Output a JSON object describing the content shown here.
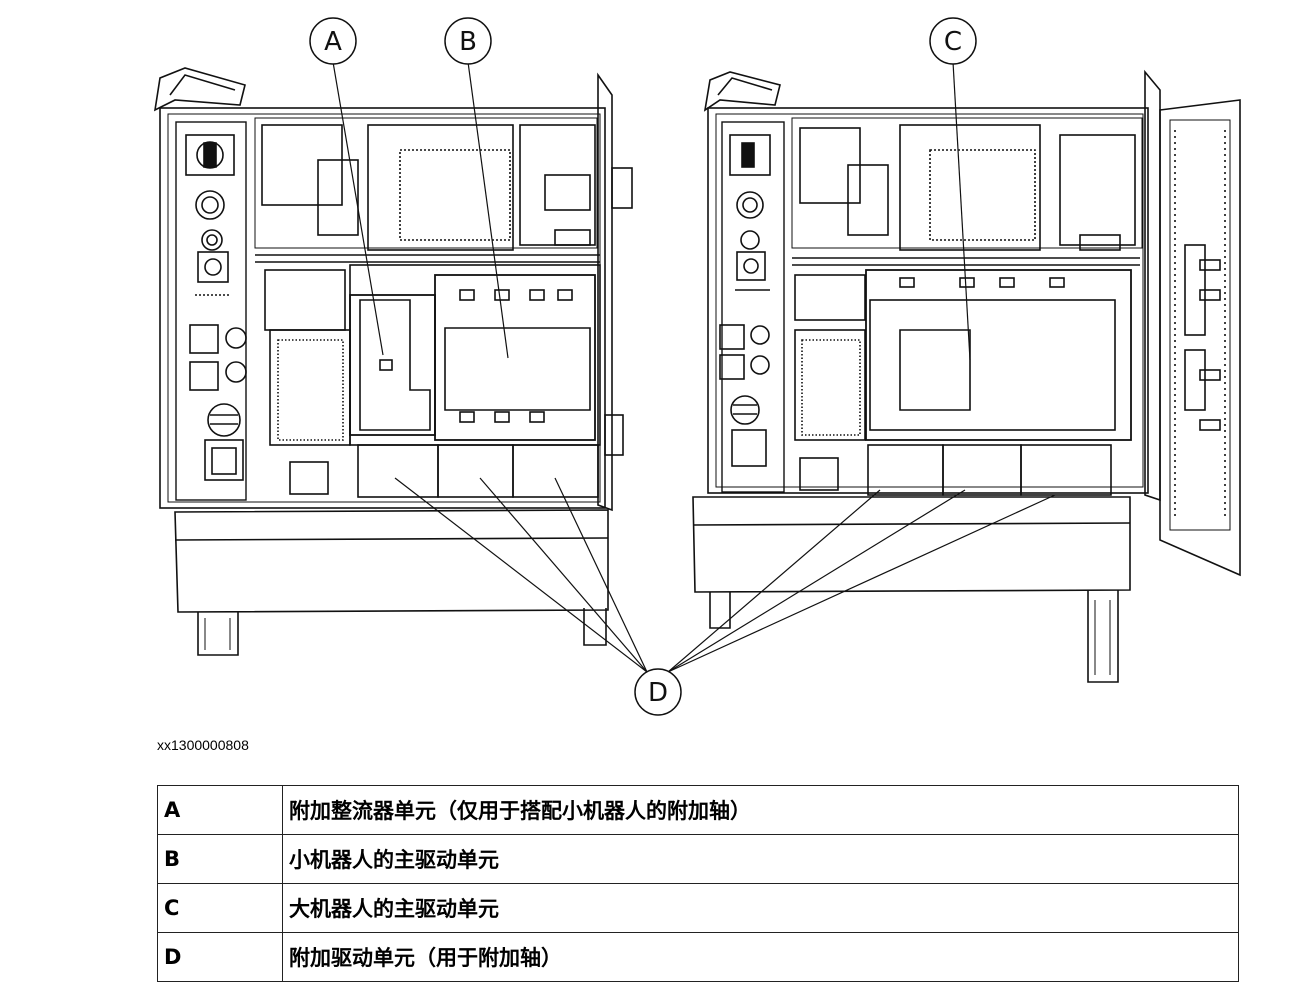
{
  "figure": {
    "callouts": [
      "A",
      "B",
      "C",
      "D"
    ],
    "figure_id": "xx1300000808"
  },
  "legend": [
    {
      "key": "A",
      "text": "附加整流器单元（仅用于搭配小机器人的附加轴）"
    },
    {
      "key": "B",
      "text": "小机器人的主驱动单元"
    },
    {
      "key": "C",
      "text": "大机器人的主驱动单元"
    },
    {
      "key": "D",
      "text": "附加驱动单元（用于附加轴）"
    }
  ]
}
